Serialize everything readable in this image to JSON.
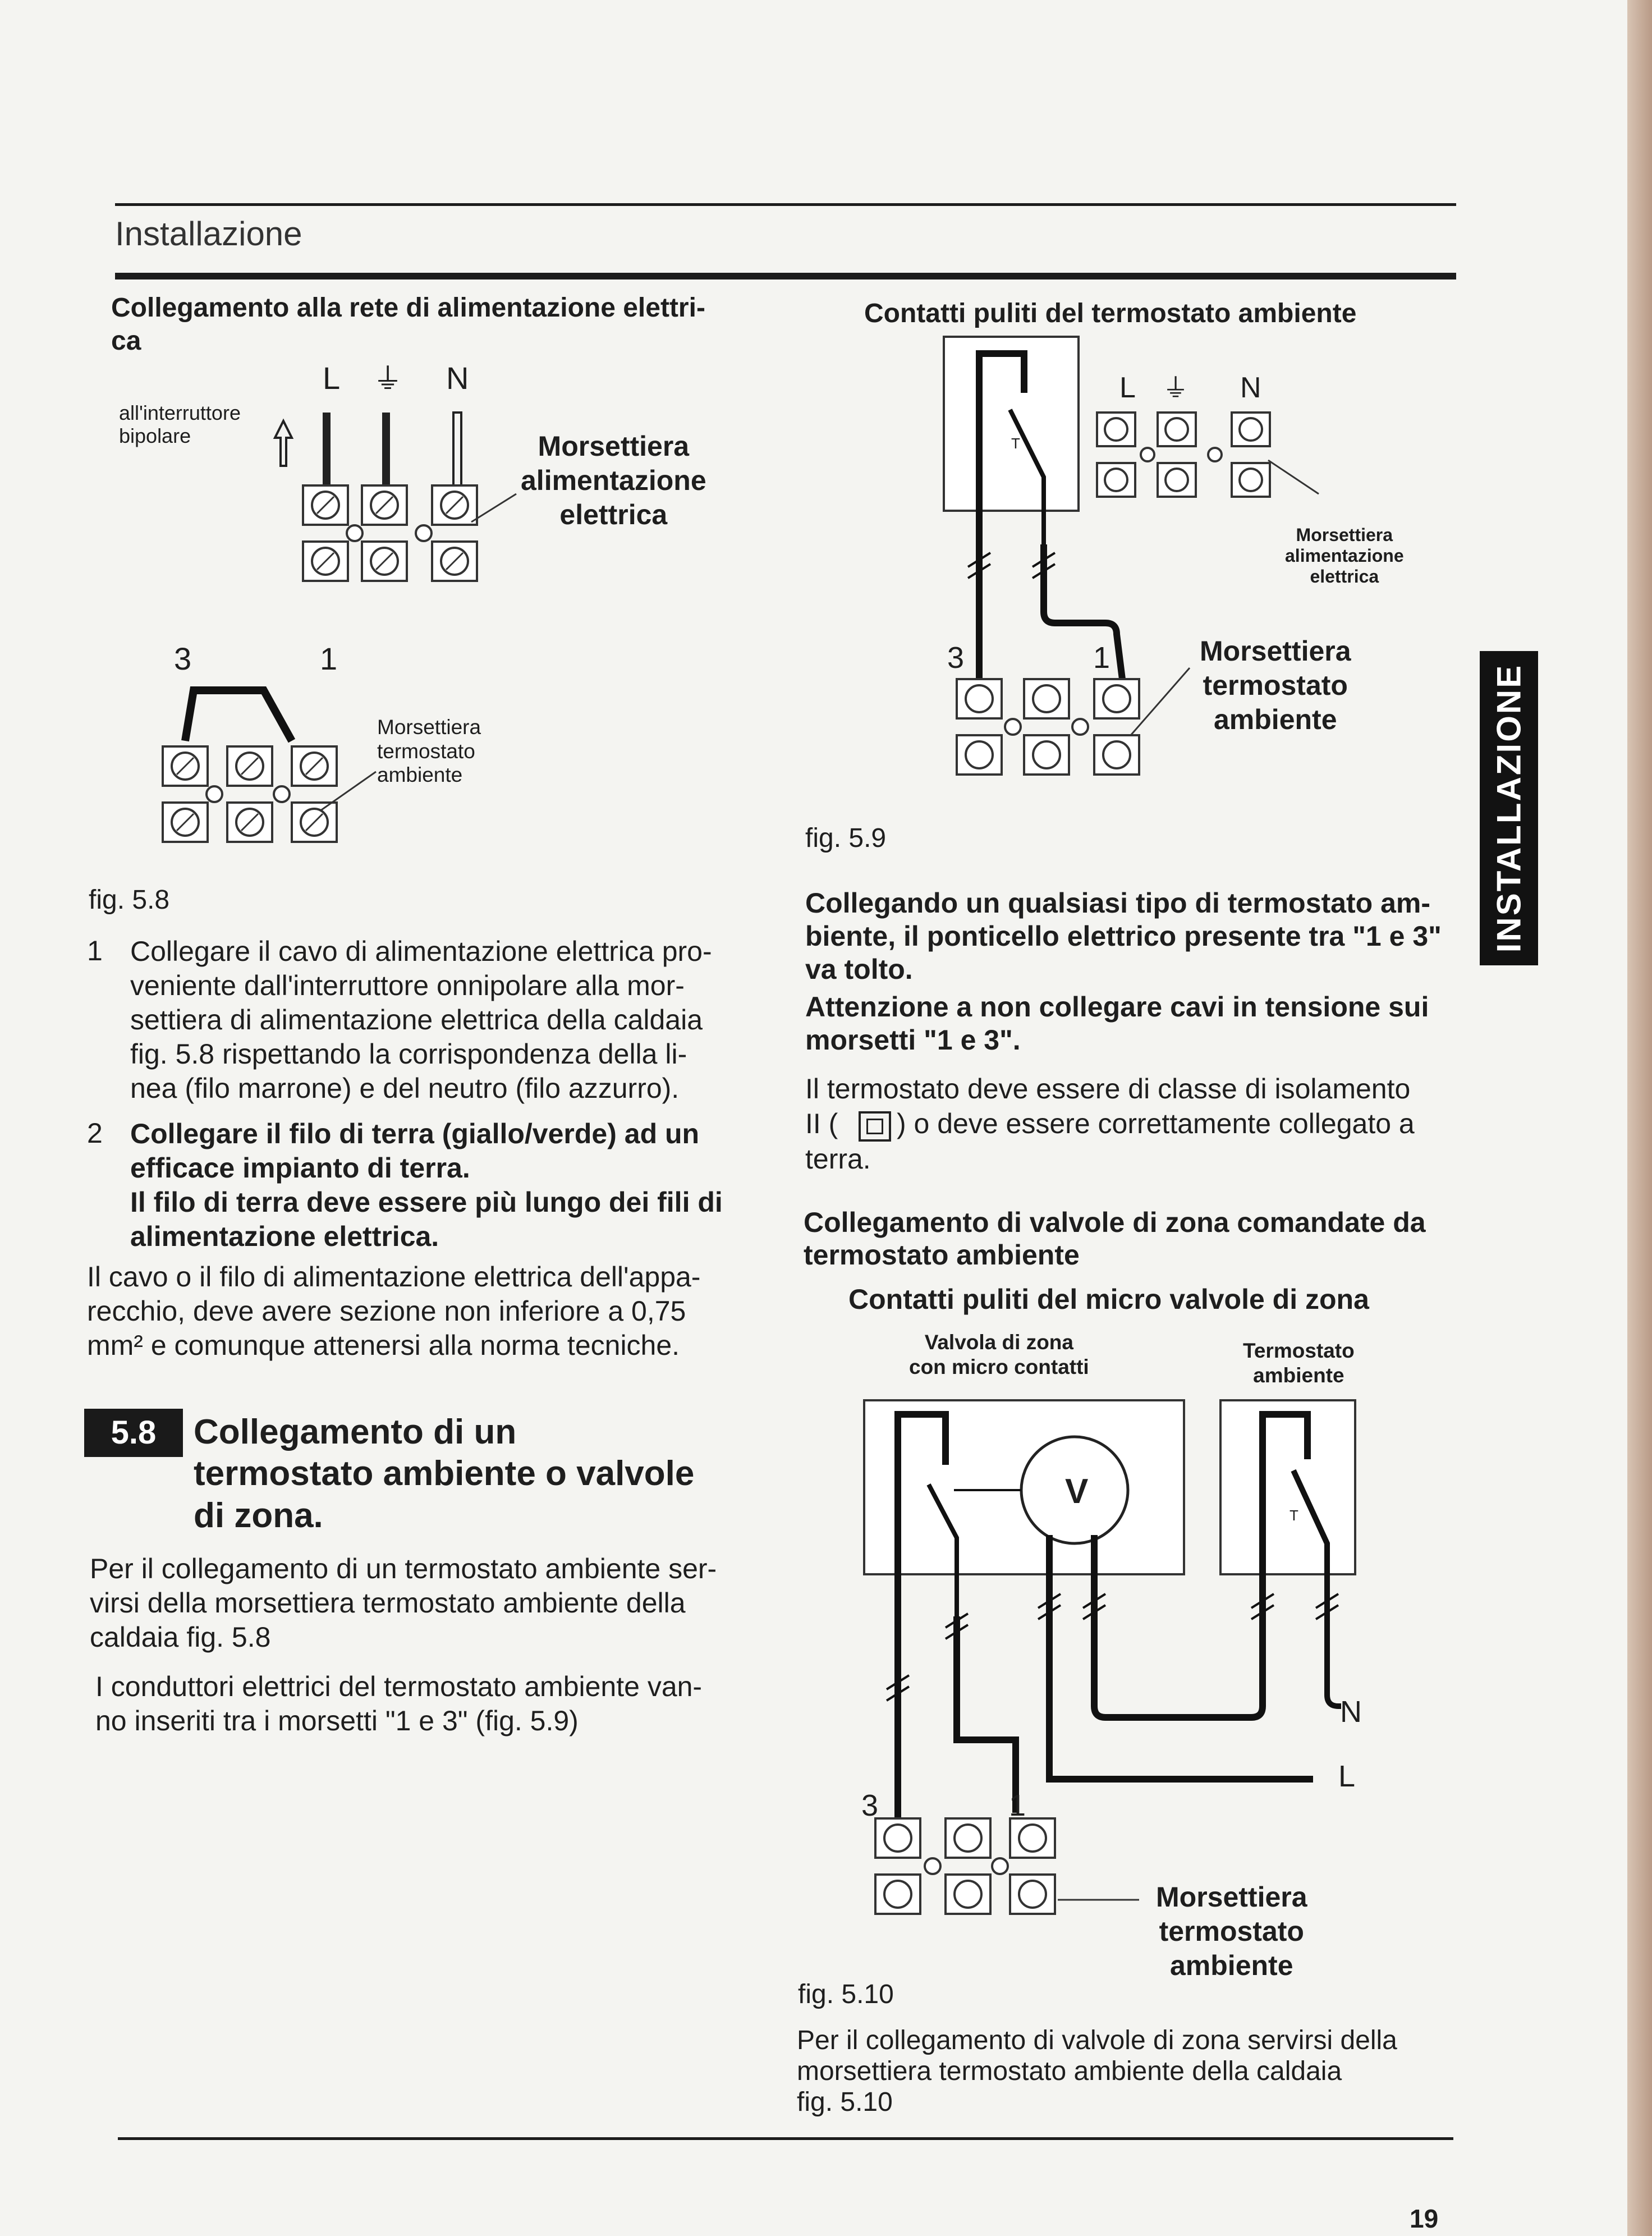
{
  "header": {
    "title": "Installazione"
  },
  "left": {
    "heading": "Collegamento alla rete di alimentazione elettri-\nca",
    "fig58": {
      "label_L": "L",
      "label_N": "N",
      "switch_label": "all'interruttore\nbipolare",
      "power_block_label": "Morsettiera\nalimentazione\nelettrica",
      "num3": "3",
      "num1": "1",
      "thermo_block_label": "Morsettiera\ntermostato\nambiente",
      "caption": "fig. 5.8"
    },
    "steps": [
      {
        "num": "1",
        "text": "Collegare il cavo di alimentazione elettrica pro-\nveniente dall'interruttore onnipolare alla mor-\nsettiera di alimentazione elettrica della caldaia\nfig. 5.8 rispettando la corrispondenza della li-\nnea (filo marrone) e del neutro (filo azzurro)."
      },
      {
        "num": "2",
        "text": "Collegare il filo di terra (giallo/verde) ad un\nefficace impianto di terra.\nIl filo di terra deve essere più lungo dei fili di\nalimentazione elettrica."
      }
    ],
    "note": "Il cavo o il filo di alimentazione elettrica dell'appa-\nrecchio, deve avere sezione non inferiore a 0,75\nmm² e comunque attenersi alla norma tecniche.",
    "section": {
      "number": "5.8",
      "title": "Collegamento di un\ntermostato ambiente o valvole\ndi zona.",
      "p1": "Per il collegamento di un termostato ambiente ser-\nvirsi della morsettiera termostato ambiente della\ncaldaia fig. 5.8",
      "p2": "I conduttori elettrici del termostato ambiente van-\nno inseriti tra i morsetti \"1 e 3\" (fig. 5.9)"
    }
  },
  "right": {
    "heading": "Contatti puliti del termostato ambiente",
    "fig59": {
      "T": "T",
      "label_L": "L",
      "label_N": "N",
      "power_block_label": "Morsettiera\nalimentazione\nelettrica",
      "num3": "3",
      "num1": "1",
      "thermo_block_label": "Morsettiera\ntermostato\nambiente",
      "caption": "fig. 5.9"
    },
    "warning1": "Collegando un qualsiasi tipo di termostato am-\nbiente, il ponticello elettrico presente tra \"1 e 3\"\nva tolto.",
    "warning2": "Attenzione a non collegare cavi in tensione sui\nmorsetti \"1 e 3\".",
    "class_text_a": "Il termostato deve essere di classe di isolamento",
    "class_text_b": "II (",
    "class_text_c": ") o deve essere correttamente collegato a",
    "class_text_d": "terra.",
    "zone_heading": "Collegamento di valvole di zona comandate da\ntermostato ambiente",
    "zone_subheading": "Contatti puliti del micro valvole di zona",
    "fig510": {
      "valve_label": "Valvola di zona\ncon micro contatti",
      "thermo_label": "Termostato\nambiente",
      "V": "V",
      "T": "T",
      "label_N": "N",
      "label_L": "L",
      "num3": "3",
      "num1": "1",
      "block_label": "Morsettiera\ntermostato\nambiente",
      "caption": "fig. 5.10"
    },
    "closing": "Per il collegamento di valvole di zona servirsi della\nmorsettiera termostato ambiente della caldaia\nfig. 5.10"
  },
  "side_tab": "INSTALLAZIONE",
  "page_number": "19"
}
